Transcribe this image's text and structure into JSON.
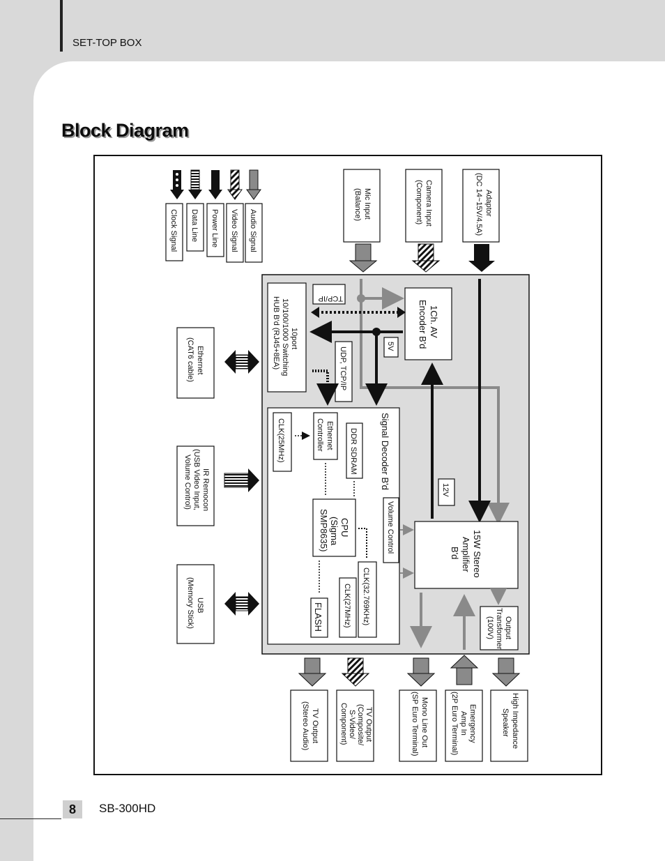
{
  "header": {
    "section": "SET-TOP BOX"
  },
  "title": "Block Diagram",
  "footer": {
    "page_number": "8",
    "model": "SB-300HD"
  },
  "legend": [
    {
      "id": "clock",
      "label": "Clock Signal"
    },
    {
      "id": "data",
      "label": "Data Line"
    },
    {
      "id": "power",
      "label": "Power Line"
    },
    {
      "id": "video",
      "label": "Video Signal"
    },
    {
      "id": "audio",
      "label": "Audio Signal"
    }
  ],
  "inputs": {
    "mic": [
      "Mic Input",
      "(Balance)"
    ],
    "camera": [
      "Camera Input",
      "(Component)"
    ],
    "adaptor": [
      "Adaptor",
      "(DC 14~15V/4.5A)"
    ]
  },
  "side_blocks": {
    "ethernet": [
      "Ethernet",
      "(CAT6 cable)"
    ],
    "ir_remocon": [
      "IR Remocon",
      "(USB Video Input,",
      "Volume Control)"
    ],
    "usb": [
      "USB",
      "(Memory Stick)"
    ]
  },
  "internal": {
    "tcpip": "TCP/IP",
    "hub": [
      "10port",
      "10/100/1000 Switching",
      "HUB B'd (RJ45+8EA)"
    ],
    "udp": "UDP, TCP/IP",
    "five_v": "5V",
    "encoder": [
      "1Ch. AV",
      "Encoder B'd"
    ],
    "twelve_v": "12V",
    "decoder_title": "Signal Decoder B'd",
    "clk25": "CLK(25MHz)",
    "ethernet_controller": [
      "Ethernet",
      "Controller"
    ],
    "ddr": "DDR SDRAM",
    "volume_control": "Volume Control",
    "cpu": [
      "CPU",
      "(Sigma",
      "SMP8635)"
    ],
    "clk32": "CLK(32.769KHz)",
    "clk27": "CLK(27MHz)",
    "flash": "FLASH",
    "amplifier": [
      "15W Stereo",
      "Amplifier",
      "B'd"
    ],
    "output_transformer": [
      "Output",
      "Transformer",
      "(100V)"
    ]
  },
  "outputs": {
    "tv_audio": [
      "TV Output",
      "(Stereo Audio)"
    ],
    "tv_video": [
      "TV Output",
      "(Composite/",
      "S-Video/",
      "Component)"
    ],
    "mono_line": [
      "Mono Line Out",
      "(SP Euro Terminal)"
    ],
    "emergency": [
      "Emergency",
      "Amp In",
      "(2P Euro Terminal)"
    ],
    "hi_imp": [
      "High Impedance",
      "Speaker"
    ]
  },
  "colors": {
    "panel_gray": "#dcdcdc",
    "audio_gray": "#8a8a8a",
    "dark": "#111111"
  }
}
